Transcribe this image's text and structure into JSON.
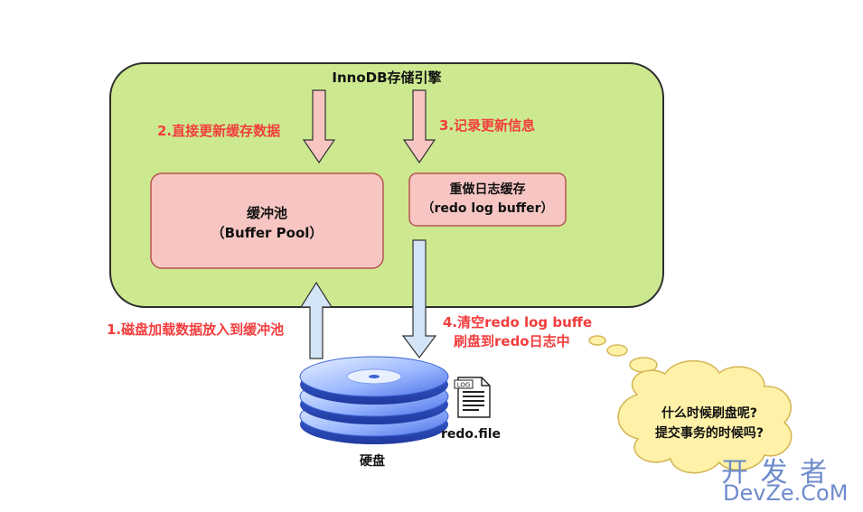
{
  "engine": {
    "title": "InnoDB存储引擎"
  },
  "buffer_pool": {
    "line1": "缓冲池",
    "line2": "（Buffer Pool）"
  },
  "redo_buffer": {
    "line1": "重做日志缓存",
    "line2": "（redo log buffer）"
  },
  "steps": {
    "step1": "1.磁盘加载数据放入到缓冲池",
    "step2": "2.直接更新缓存数据",
    "step3": "3.记录更新信息",
    "step4_line1": "4.清空redo log buffe",
    "step4_line2": "刷盘到redo日志中"
  },
  "disk": {
    "label": "硬盘"
  },
  "file": {
    "icon_text": "LOG",
    "label": "redo.file"
  },
  "thought": {
    "line1": "什么时候刷盘呢?",
    "line2": "提交事务的时候吗?"
  },
  "watermark": {
    "cn": "开 发 者",
    "en": "DevZe.CoM"
  },
  "colors": {
    "engine_fill": "#cde990",
    "box_fill": "#f7c6c3",
    "box_border": "#b85450",
    "arrow_down_fill": "#f7c6c3",
    "arrow_up_fill": "#d2e4f6",
    "label_red": "#f23d3d",
    "disk_blue": "#5a84f0",
    "cloud_fill": "#fff2a8",
    "cloud_border": "#d6b656"
  }
}
